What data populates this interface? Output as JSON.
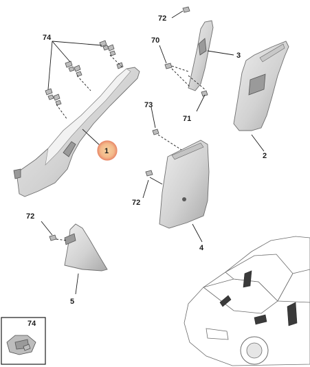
{
  "callouts": {
    "p1": "1",
    "p2": "2",
    "p3": "3",
    "p4": "4",
    "p5": "5",
    "c70": "70",
    "c71": "71",
    "c72_top": "72",
    "c72_mid": "72",
    "c72_left": "72",
    "c73": "73",
    "c74_top": "74",
    "c74_inset": "74"
  },
  "colors": {
    "highlight_circle": "#f4c28d",
    "highlight_ring": "#e98b6a",
    "part_light": "#e4e4e4",
    "part_dark": "#a8a8a8",
    "line": "#1a1a1a"
  }
}
